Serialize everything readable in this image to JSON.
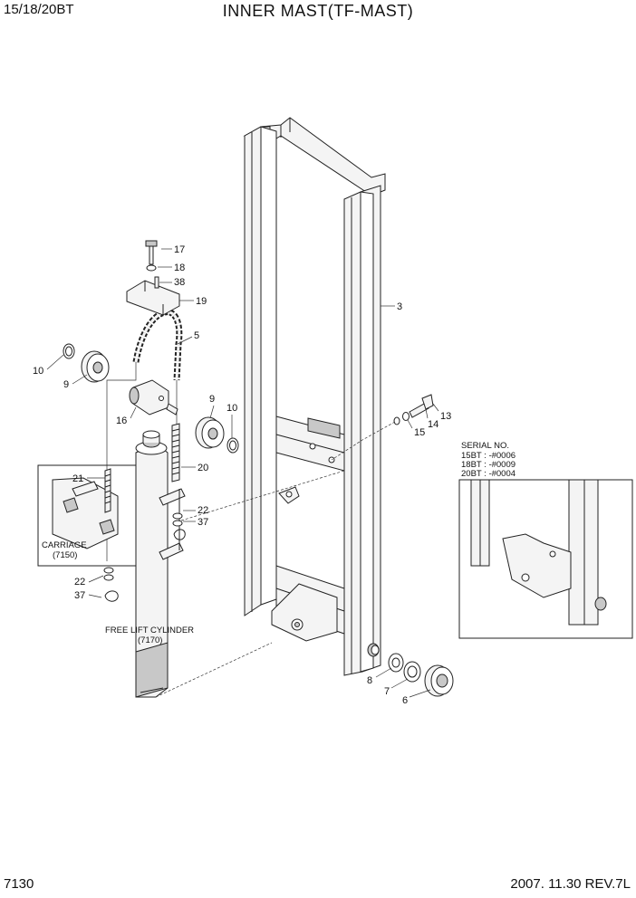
{
  "header": {
    "model": "15/18/20BT",
    "title": "INNER MAST(TF-MAST)"
  },
  "footer": {
    "page_number": "7130",
    "date_rev": "2007. 11.30  REV.7L"
  },
  "callouts": {
    "c3": "3",
    "c5": "5",
    "c6": "6",
    "c7": "7",
    "c8": "8",
    "c9a": "9",
    "c9b": "9",
    "c10a": "10",
    "c10b": "10",
    "c13": "13",
    "c14": "14",
    "c15": "15",
    "c16": "16",
    "c17": "17",
    "c18": "18",
    "c19": "19",
    "c20": "20",
    "c21": "21",
    "c22a": "22",
    "c22b": "22",
    "c37a": "37",
    "c37b": "37",
    "c38": "38"
  },
  "references": {
    "carriage_label": "CARRIAGE",
    "carriage_ref": "(7150)",
    "cylinder_label": "FREE LIFT CYLINDER",
    "cylinder_ref": "(7170)"
  },
  "serial_note": {
    "heading": "SERIAL NO.",
    "lines": [
      "15BT : -#0006",
      "18BT : -#0009",
      "20BT : -#0004"
    ]
  }
}
